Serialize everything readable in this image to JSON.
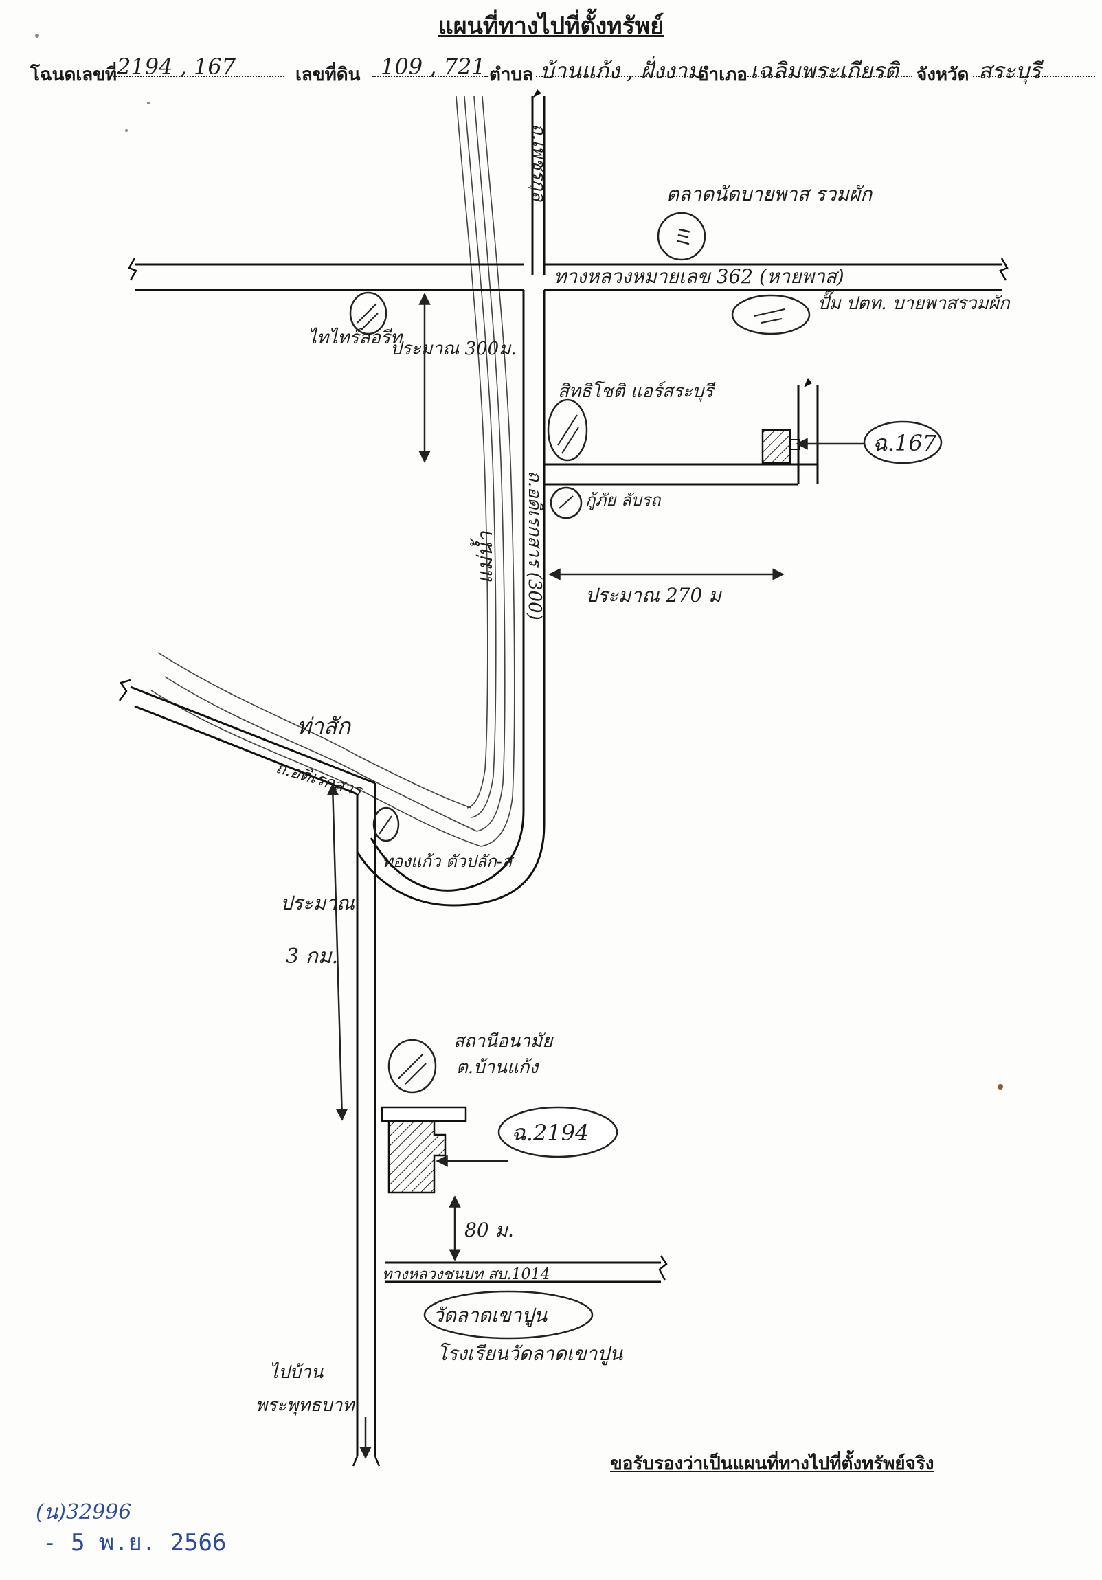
{
  "title": "แผนที่ทางไปที่ตั้งทรัพย์",
  "header": {
    "deed_label": "โฉนดเลขที่",
    "deed_value": "2194 , 167",
    "land_label": "เลขที่ดิน",
    "land_value": "109 , 721",
    "subdistrict_label": "ตำบล",
    "subdistrict_value": "บ้านแก้ง , ฝั่งงาม",
    "district_label": "อำเภอ",
    "district_value": "เฉลิมพระเกียรติ",
    "province_label": "จังหวัด",
    "province_value": "สระบุรี"
  },
  "map": {
    "road_vertical_top": "ถ.เพชรกุล",
    "highway_362": "ทางหลวงหมายเลข 362 (หายพาส)",
    "market_label": "ตลาดนัดบายพาส รวมผัก",
    "ptt_label": "ปั๊ม ปตท. บายพาสรวมผัก",
    "watch_label": "ไทไทร์ลอรีท",
    "distance_300_label": "ประมาณ 300ม.",
    "pichai_label": "สิทธิโชติ แอร์สระบุรี",
    "rescue_label": "กู้ภัย ลับรถ",
    "deed_167_bubble": "ฉ.167",
    "road_sakhon": "ถ.อดิเรกสาร (300)",
    "river_label": "แม่น้ำ",
    "distance_270_label": "ประมาณ 270 ม",
    "tha_sak_label": "ท่าสัก",
    "road_adireksan": "ถ.อดิเรกสาร",
    "gas_label": "ทองแก้ว ตัวปลัก-ส",
    "distance_3km_label_1": "ประมาณ",
    "distance_3km_label_2": "3 กม.",
    "health_label_1": "สถานีอนามัย",
    "health_label_2": "ต.บ้านแก้ง",
    "deed_2194_bubble": "ฉ.2194",
    "distance_80_label": "80 ม.",
    "rural_road": "ทางหลวงชนบท สบ.1014",
    "temple_label": "วัดลาดเขาปูน",
    "school_label": "โรงเรียนวัดลาดเขาปูน",
    "to_village_1": "ไปบ้าน",
    "to_village_2": "พระพุทธบาท"
  },
  "footer": {
    "certify": "ขอรับรองว่าเป็นแผนที่ทางไปที่ตั้งทรัพย์จริง",
    "stamp_code": "(น)32996",
    "stamp_date": "- 5 พ.ย. 2566"
  }
}
